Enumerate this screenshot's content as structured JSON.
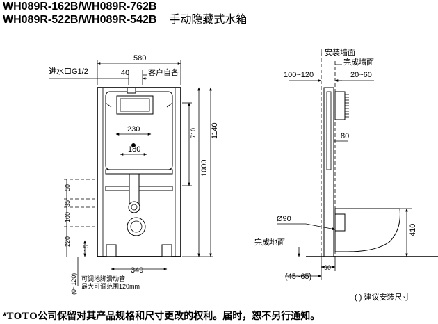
{
  "header": {
    "line1": "WH089R-162B/WH089R-762B",
    "line2": "WH089R-522B/WH089R-542B",
    "subtitle": "手动隐藏式水箱"
  },
  "front_view": {
    "width_total": "580",
    "inlet_label": "进水口G1/2",
    "dim_40": "40",
    "user_supplied": "客户自备",
    "dim_230": "230",
    "dim_180": "180",
    "dim_710": "710",
    "dim_1000": "1000",
    "dim_1140": "1140",
    "dim_50": "50",
    "dim_35": "35",
    "dim_100": "100",
    "dim_220": "220",
    "dim_15": "15",
    "dim_349": "349",
    "foot_range": "(0~120)",
    "foot_note1": "可调地脚滑动管",
    "foot_note2": "最大可调范围120mm"
  },
  "side_view": {
    "install_wall": "安装墙面",
    "finish_wall": "完成墙面",
    "dim_100_120": "100~120",
    "dim_20_60": "20~60",
    "dim_80": "80",
    "dim_pipe": "Ø90",
    "finish_floor": "完成地面",
    "dim_410": "410",
    "dim_90": "90",
    "dim_45_65": "(45~65)"
  },
  "notes": {
    "install_size": "( ) 建议安装尺寸"
  },
  "footer": {
    "mark": "*",
    "brand": "TOTO",
    "text": "公司保留对其产品规格和尺寸更改的权利。届时，恕不另行通知。"
  }
}
